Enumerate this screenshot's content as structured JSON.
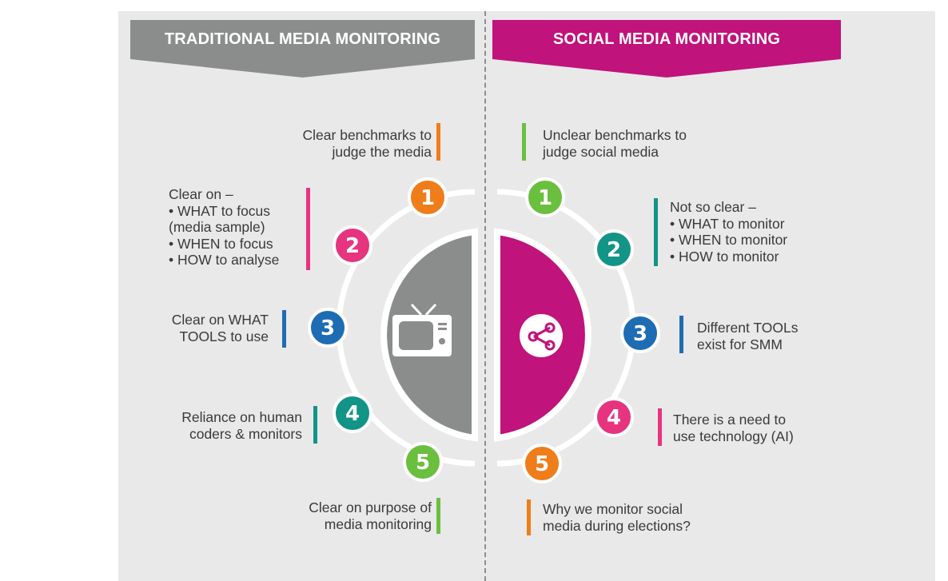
{
  "left": {
    "title": "TRADITIONAL MEDIA MONITORING",
    "icon": "tv-icon",
    "items": [
      {
        "num": "1",
        "color": "#ef7d1a",
        "lines": [
          "Clear benchmarks to",
          "judge the media"
        ]
      },
      {
        "num": "2",
        "color": "#e6347e",
        "lines": [
          "Clear on –",
          "• WHAT to focus",
          "(media sample)",
          "• WHEN to focus",
          "• HOW to analyse"
        ]
      },
      {
        "num": "3",
        "color": "#1e6cb3",
        "lines": [
          "Clear on WHAT",
          "TOOLS to use"
        ]
      },
      {
        "num": "4",
        "color": "#129487",
        "lines": [
          "Reliance on human",
          "coders & monitors"
        ]
      },
      {
        "num": "5",
        "color": "#6bbf3e",
        "lines": [
          "Clear on purpose of",
          "media monitoring"
        ]
      }
    ]
  },
  "right": {
    "title": "SOCIAL MEDIA MONITORING",
    "icon": "share-icon",
    "items": [
      {
        "num": "1",
        "color": "#6bbf3e",
        "lines": [
          "Unclear benchmarks to",
          "judge social media"
        ]
      },
      {
        "num": "2",
        "color": "#129487",
        "lines": [
          "Not so clear –",
          "• WHAT to monitor",
          "• WHEN to monitor",
          "• HOW to monitor"
        ]
      },
      {
        "num": "3",
        "color": "#1e6cb3",
        "lines": [
          "Different TOOLs",
          "exist for SMM"
        ]
      },
      {
        "num": "4",
        "color": "#e6347e",
        "lines": [
          "There is a need to",
          "use technology (AI)"
        ]
      },
      {
        "num": "5",
        "color": "#ef7d1a",
        "lines": [
          "Why we monitor social",
          "media during elections?"
        ]
      }
    ]
  },
  "colors": {
    "left_banner": "#8b8d8d",
    "right_banner": "#c0137b",
    "panel": "#e9e9e9"
  }
}
